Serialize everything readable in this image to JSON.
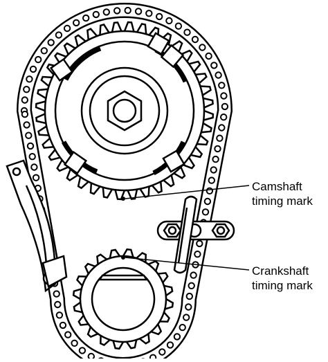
{
  "figure": {
    "subject": "timing chain and sprockets",
    "colors": {
      "ink": "#000000",
      "paper": "#ffffff"
    },
    "icons": [
      "camshaft-sprocket",
      "crankshaft-sprocket",
      "timing-chain",
      "chain-tensioner",
      "chain-damper"
    ]
  },
  "callouts": {
    "camshaft": {
      "line1": "Camshaft",
      "line2": "timing mark"
    },
    "crankshaft": {
      "line1": "Crankshaft",
      "line2": "timing mark"
    }
  }
}
